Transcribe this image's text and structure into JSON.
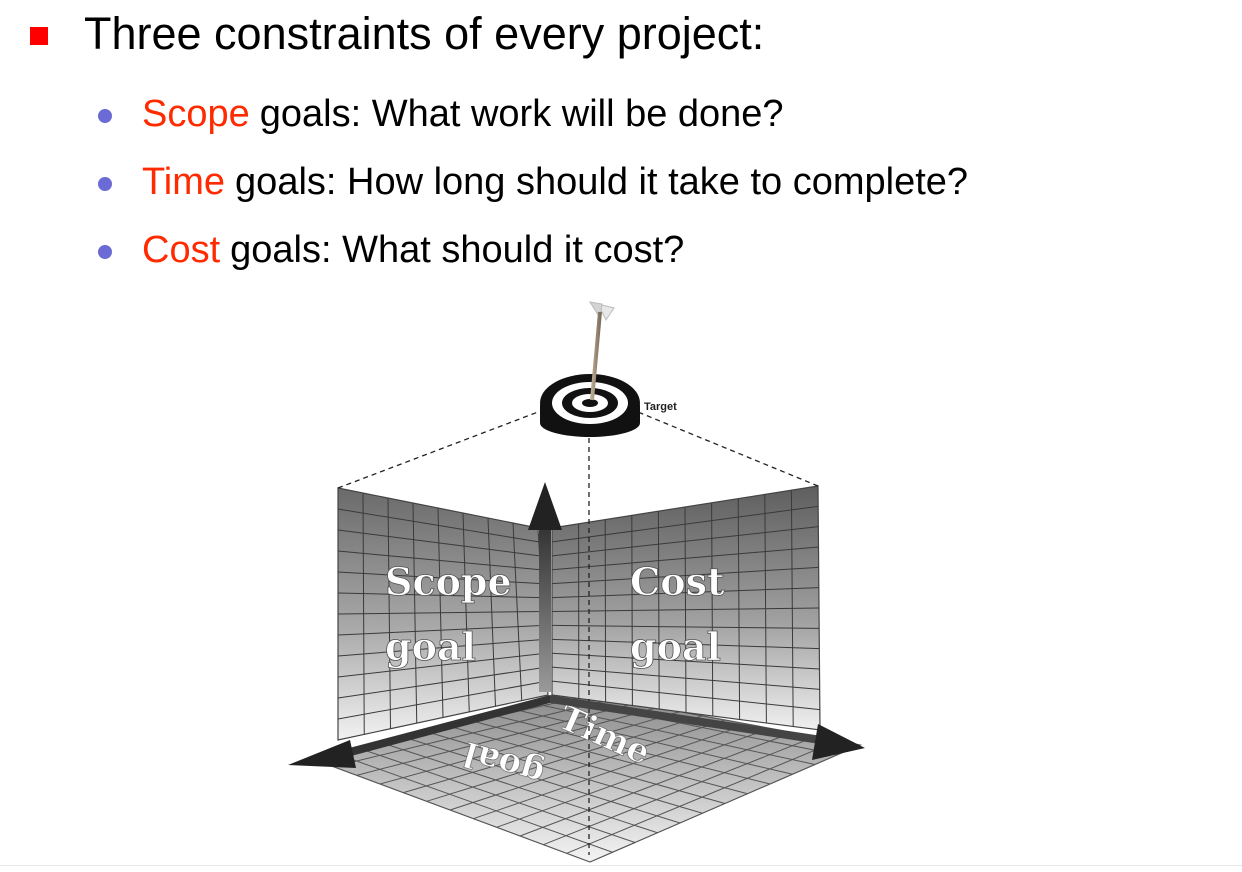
{
  "slide": {
    "heading": "Three constraints of every project:",
    "bullets": [
      {
        "accent": "Scope",
        "rest": "goals:  What work will be done?"
      },
      {
        "accent": "Time",
        "rest": "goals:  How long should it take to complete?"
      },
      {
        "accent": "Cost",
        "rest": "goals:  What should it cost?"
      }
    ]
  },
  "figure": {
    "target_label": "Target",
    "scope_wall": {
      "line1": "Scope",
      "line2": "goal"
    },
    "cost_wall": {
      "line1": "Cost",
      "line2": "goal"
    },
    "time_floor": {
      "line1": "Time",
      "line2": "goal"
    }
  },
  "colors": {
    "accent_text": "#ff2a00",
    "square_bullet": "#ff0000",
    "round_bullet": "#6b6bd6"
  }
}
